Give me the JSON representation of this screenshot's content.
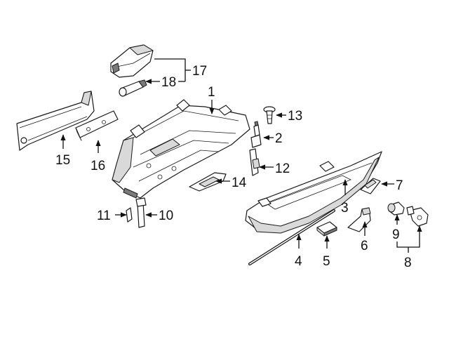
{
  "callouts": {
    "c1": "1",
    "c2": "2",
    "c3": "3",
    "c4": "4",
    "c5": "5",
    "c6": "6",
    "c7": "7",
    "c8": "8",
    "c9": "9",
    "c10": "10",
    "c11": "11",
    "c12": "12",
    "c13": "13",
    "c14": "14",
    "c15": "15",
    "c16": "16",
    "c17": "17",
    "c18": "18"
  },
  "colors": {
    "line": "#1a1a1a",
    "shade": "#d9d9d9",
    "dark": "#7a7a7a",
    "background": "#ffffff"
  }
}
